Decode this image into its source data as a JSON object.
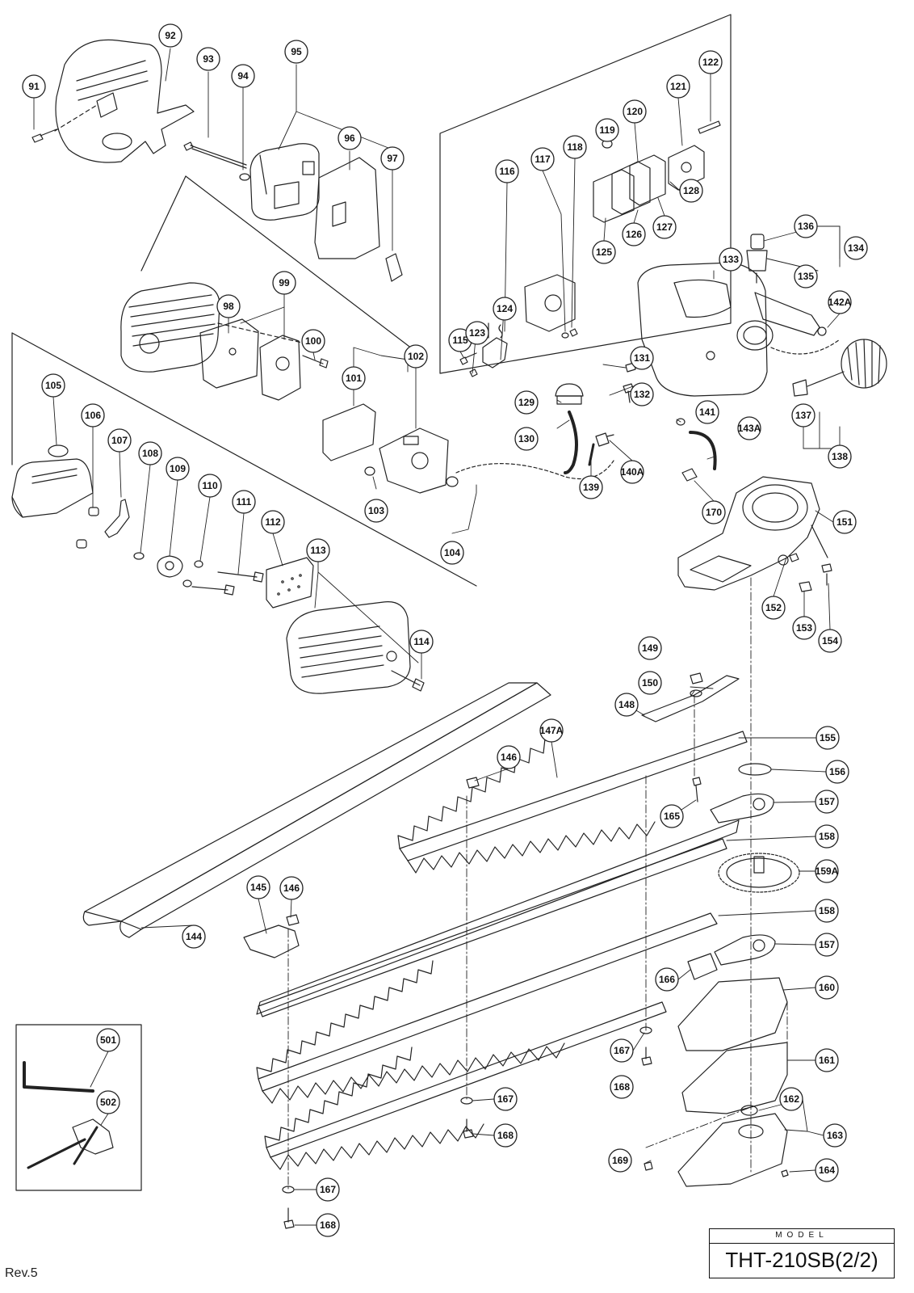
{
  "sheet": {
    "revision": "Rev.5",
    "model_label": "MODEL",
    "model_name": "THT-210SB(2/2)"
  },
  "callouts": [
    "91",
    "92",
    "93",
    "94",
    "95",
    "96",
    "97",
    "98",
    "99",
    "100",
    "101",
    "102",
    "103",
    "104",
    "105",
    "106",
    "107",
    "108",
    "109",
    "110",
    "111",
    "112",
    "113",
    "114",
    "115",
    "116",
    "117",
    "118",
    "119",
    "120",
    "121",
    "122",
    "123",
    "124",
    "125",
    "126",
    "127",
    "128",
    "129",
    "130",
    "131",
    "132",
    "133",
    "134",
    "135",
    "136",
    "137",
    "138",
    "139",
    "140A",
    "141",
    "142A",
    "143A",
    "144",
    "145",
    "146",
    "146",
    "147A",
    "148",
    "149",
    "150",
    "151",
    "152",
    "153",
    "154",
    "155",
    "156",
    "157",
    "157",
    "158",
    "158",
    "159A",
    "160",
    "161",
    "162",
    "163",
    "164",
    "165",
    "166",
    "167",
    "167",
    "167",
    "167",
    "168",
    "168",
    "168",
    "168",
    "169",
    "170",
    "501",
    "502"
  ]
}
